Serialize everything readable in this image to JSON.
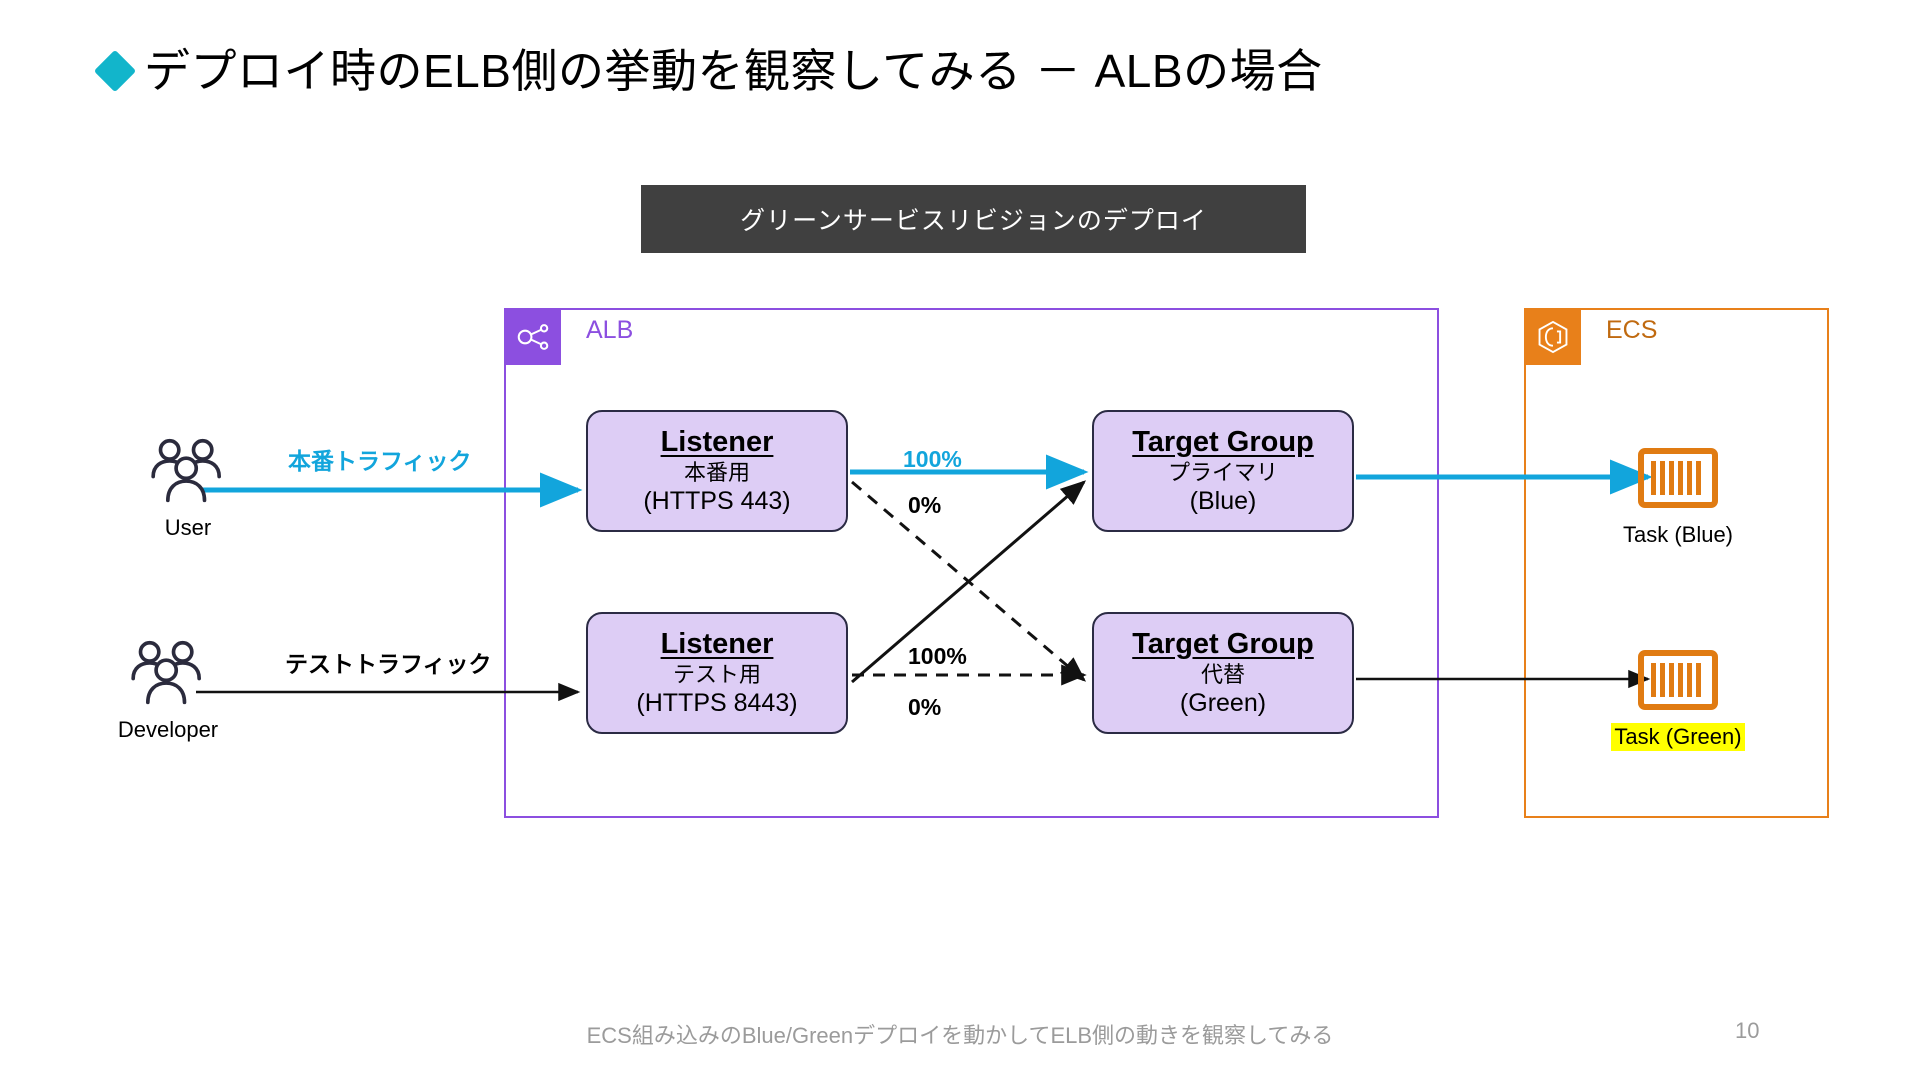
{
  "slide": {
    "title": "デプロイ時のELB側の挙動を観察してみる － ALBの場合",
    "banner": "グリーンサービスリビジョンのデプロイ",
    "footer_note": "ECS組み込みのBlue/Greenデプロイを動かしてELB側の動きを観察してみる",
    "page_number": "10"
  },
  "colors": {
    "title_diamond": "#12b5cb",
    "banner_bg": "#404040",
    "alb_border": "#8c4fe0",
    "alb_badge": "#8c4fe0",
    "ecs_border": "#e8801a",
    "ecs_badge": "#e8801a",
    "node_fill": "#ddcdf5",
    "node_border": "#2b2b44",
    "accent_cyan": "#12a5dc",
    "highlight_yellow": "#ffff00",
    "footer_gray": "#9b9b9b"
  },
  "groups": {
    "alb": {
      "title": "ALB",
      "icon": "load-balancer-icon"
    },
    "ecs": {
      "title": "ECS",
      "icon": "ecs-hexagon-icon"
    }
  },
  "actors": [
    {
      "id": "user",
      "label": "User",
      "icon": "users-group-icon"
    },
    {
      "id": "developer",
      "label": "Developer",
      "icon": "users-group-icon"
    }
  ],
  "nodes": {
    "listener_prod": {
      "title": "Listener",
      "sub": "本番用",
      "sub2": "(HTTPS 443)"
    },
    "listener_test": {
      "title": "Listener",
      "sub": "テスト用",
      "sub2": "(HTTPS 8443)"
    },
    "tg_blue": {
      "title": "Target Group",
      "sub": "プライマリ",
      "sub2": "(Blue)"
    },
    "tg_green": {
      "title": "Target Group",
      "sub": "代替",
      "sub2": "(Green)"
    }
  },
  "tasks": [
    {
      "id": "task-blue",
      "label": "Task (Blue)",
      "icon": "container-task-icon",
      "highlighted": false
    },
    {
      "id": "task-green",
      "label": "Task (Green)",
      "icon": "container-task-icon",
      "highlighted": true
    }
  ],
  "edge_labels": {
    "prod_traffic": "本番トラフィック",
    "test_traffic": "テストトラフィック",
    "prod_to_blue": "100%",
    "prod_to_green": "0%",
    "test_to_blue": "100%",
    "test_to_green": "0%"
  }
}
